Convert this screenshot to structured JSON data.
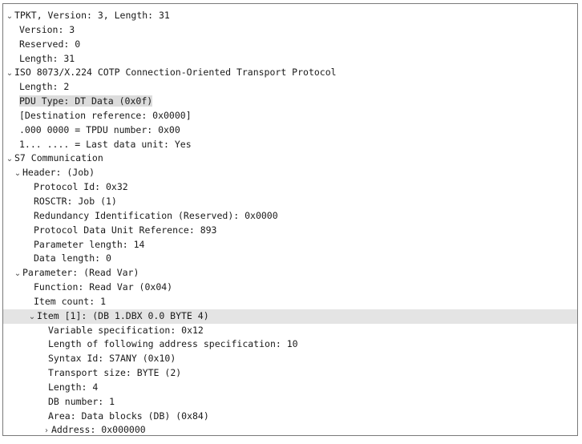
{
  "icons": {
    "expanded": "chevron-down-icon",
    "collapsed": "chevron-right-icon"
  },
  "tree": {
    "tpkt": {
      "label": "TPKT, Version: 3, Length: 31",
      "version": "Version: 3",
      "reserved": "Reserved: 0",
      "length": "Length: 31"
    },
    "cotp": {
      "label": "ISO 8073/X.224 COTP Connection-Oriented Transport Protocol",
      "length": "Length: 2",
      "pdu_type": "PDU Type: DT Data (0x0f)",
      "dest_ref": "[Destination reference: 0x0000]",
      "tpdu_number": ".000 0000 = TPDU number: 0x00",
      "last_data_unit": "1... .... = Last data unit: Yes"
    },
    "s7": {
      "label": "S7 Communication",
      "header": {
        "label": "Header: (Job)",
        "protocol_id": "Protocol Id: 0x32",
        "rosctr": "ROSCTR: Job (1)",
        "redundancy": "Redundancy Identification (Reserved): 0x0000",
        "pdu_ref": "Protocol Data Unit Reference: 893",
        "param_length": "Parameter length: 14",
        "data_length": "Data length: 0"
      },
      "parameter": {
        "label": "Parameter: (Read Var)",
        "function": "Function: Read Var (0x04)",
        "item_count": "Item count: 1",
        "item1": {
          "label": "Item [1]: (DB 1.DBX 0.0 BYTE 4)",
          "var_spec": "Variable specification: 0x12",
          "addr_spec_len": "Length of following address specification: 10",
          "syntax_id": "Syntax Id: S7ANY (0x10)",
          "transport_size": "Transport size: BYTE (2)",
          "length": "Length: 4",
          "db_number": "DB number: 1",
          "area": "Area: Data blocks (DB) (0x84)",
          "address": "Address: 0x000000"
        }
      }
    }
  }
}
